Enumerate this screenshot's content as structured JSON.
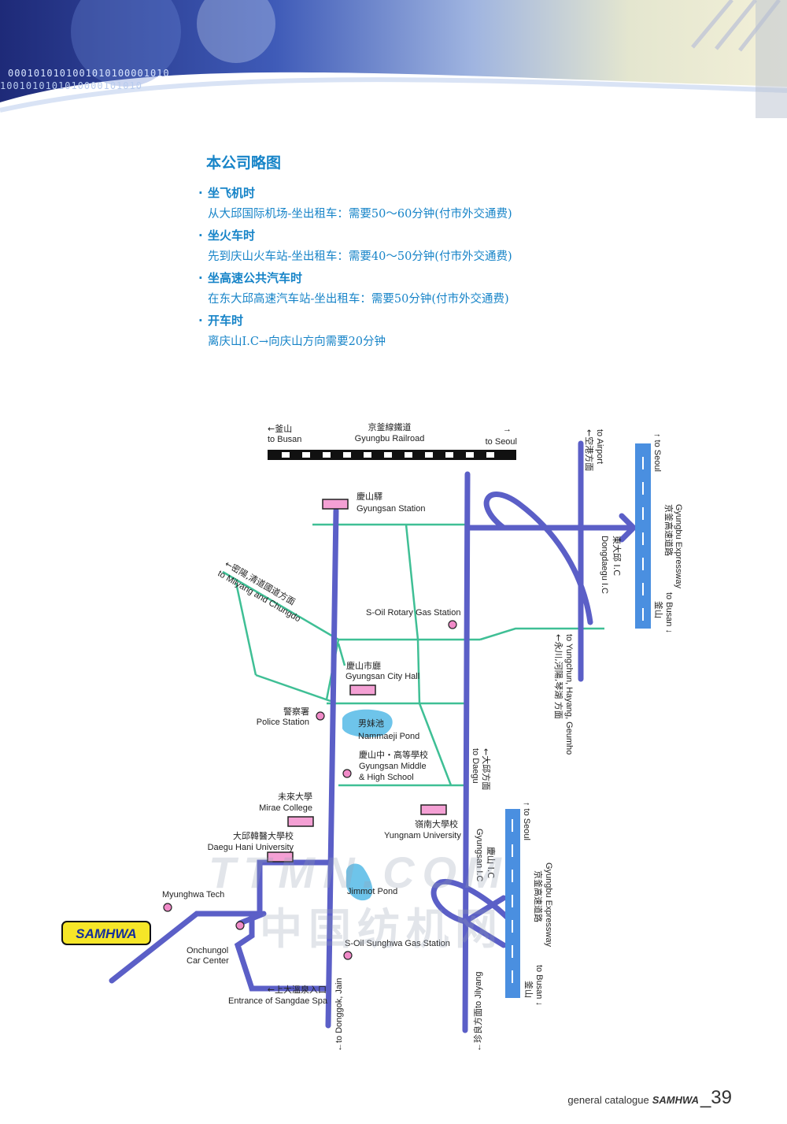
{
  "header": {
    "binary_text": "0001010101001010100001010",
    "binary_text2": "1001010101010000101010"
  },
  "intro": {
    "title": "本公司略图",
    "sections": [
      {
        "head": "坐飞机时",
        "text": "从大邱国际机场-坐出租车：需要50～60分钟(付市外交通费)"
      },
      {
        "head": "坐火车时",
        "text": "先到庆山火车站-坐出租车：需要40～50分钟(付市外交通费)"
      },
      {
        "head": "坐高速公共汽车时",
        "text": "在东大邱高速汽车站-坐出租车：需要50分钟(付市外交通费)"
      },
      {
        "head": "开车时",
        "text": "离庆山I.C→向庆山方向需要20分钟"
      }
    ]
  },
  "map": {
    "railroad_zh": "京釜線鐵道",
    "railroad_en": "Gyungbu Railroad",
    "to_busan_zh": "←釜山",
    "to_busan_en": "to Busan",
    "to_seoul_en": "to Seoul",
    "to_seoul_arrow": "→",
    "airport_zh": "←空港方面",
    "airport_en": "to Airport",
    "exp_seoul": "↑ to Seoul",
    "exp_zh": "京釜高速道路",
    "exp_en": "Gyungbu Expressway",
    "exp_busan": "to Busan ↓",
    "exp_busan_zh": "釜山",
    "dongdaegu_zh": "東大邱 I.C",
    "dongdaegu_en": "Dongdaegu I.C",
    "station_zh": "慶山驛",
    "station_en": "Gyungsan Station",
    "milyang_zh": "←密陽,清道國道方面",
    "milyang_en": "to Milyang and Chungdo",
    "soil_rotary": "S-Oil Rotary Gas Station",
    "yungchun_zh": "←永川,河陽,琴湖 方面",
    "yungchun_en": "to Yungchun, Hayang, Geumho",
    "cityhall_zh": "慶山市廳",
    "cityhall_en": "Gyungsan City Hall",
    "police_zh": "警察署",
    "police_en": "Police Station",
    "pond_zh": "男妹池",
    "pond_en": "Nammaeji Pond",
    "school_zh": "慶山中・高等學校",
    "school_en1": "Gyungsan Middle",
    "school_en2": "& High School",
    "daegu_zh": "←大邱方面",
    "daegu_en": "to Daegu",
    "mirae_zh": "未來大學",
    "mirae_en": "Mirae College",
    "yungnam_zh": "嶺南大學校",
    "yungnam_en": "Yungnam University",
    "hani_zh": "大邱韓醫大學校",
    "hani_en": "Daegu Hani University",
    "gyungsanic_zh": "慶山 I.C",
    "gyungsanic_en": "Gyungsan I.C",
    "jimmot": "Jimmot Pond",
    "myunghwa": "Myunghwa Tech",
    "samhwa": "SAMHWA",
    "onchungol1": "Onchungol",
    "onchungol2": "Car Center",
    "sunghwa": "S-Oil Sunghwa Gas Station",
    "sangdae_zh": "←上大溫泉入口",
    "sangdae_en": "Entrance of Sangdae Spa",
    "donggok": "←to Donggok, Jain",
    "jilyang": "←珍良方面to Jilyang",
    "seoul2": "↑ to Seoul",
    "busan2": "to Busan ↓",
    "busan2_zh": "釜山",
    "colors": {
      "road": "#5b5fc7",
      "local": "#3fbf95",
      "expressway": "#4a8fe0",
      "marker": "#f08ac8",
      "building": "#f4a0d4"
    }
  },
  "watermark": {
    "line1": "TTMN.COM",
    "line2": "中国纺机网"
  },
  "footer": {
    "catalogue": "general catalogue",
    "brand": "SAMHWA",
    "page": "_39"
  }
}
